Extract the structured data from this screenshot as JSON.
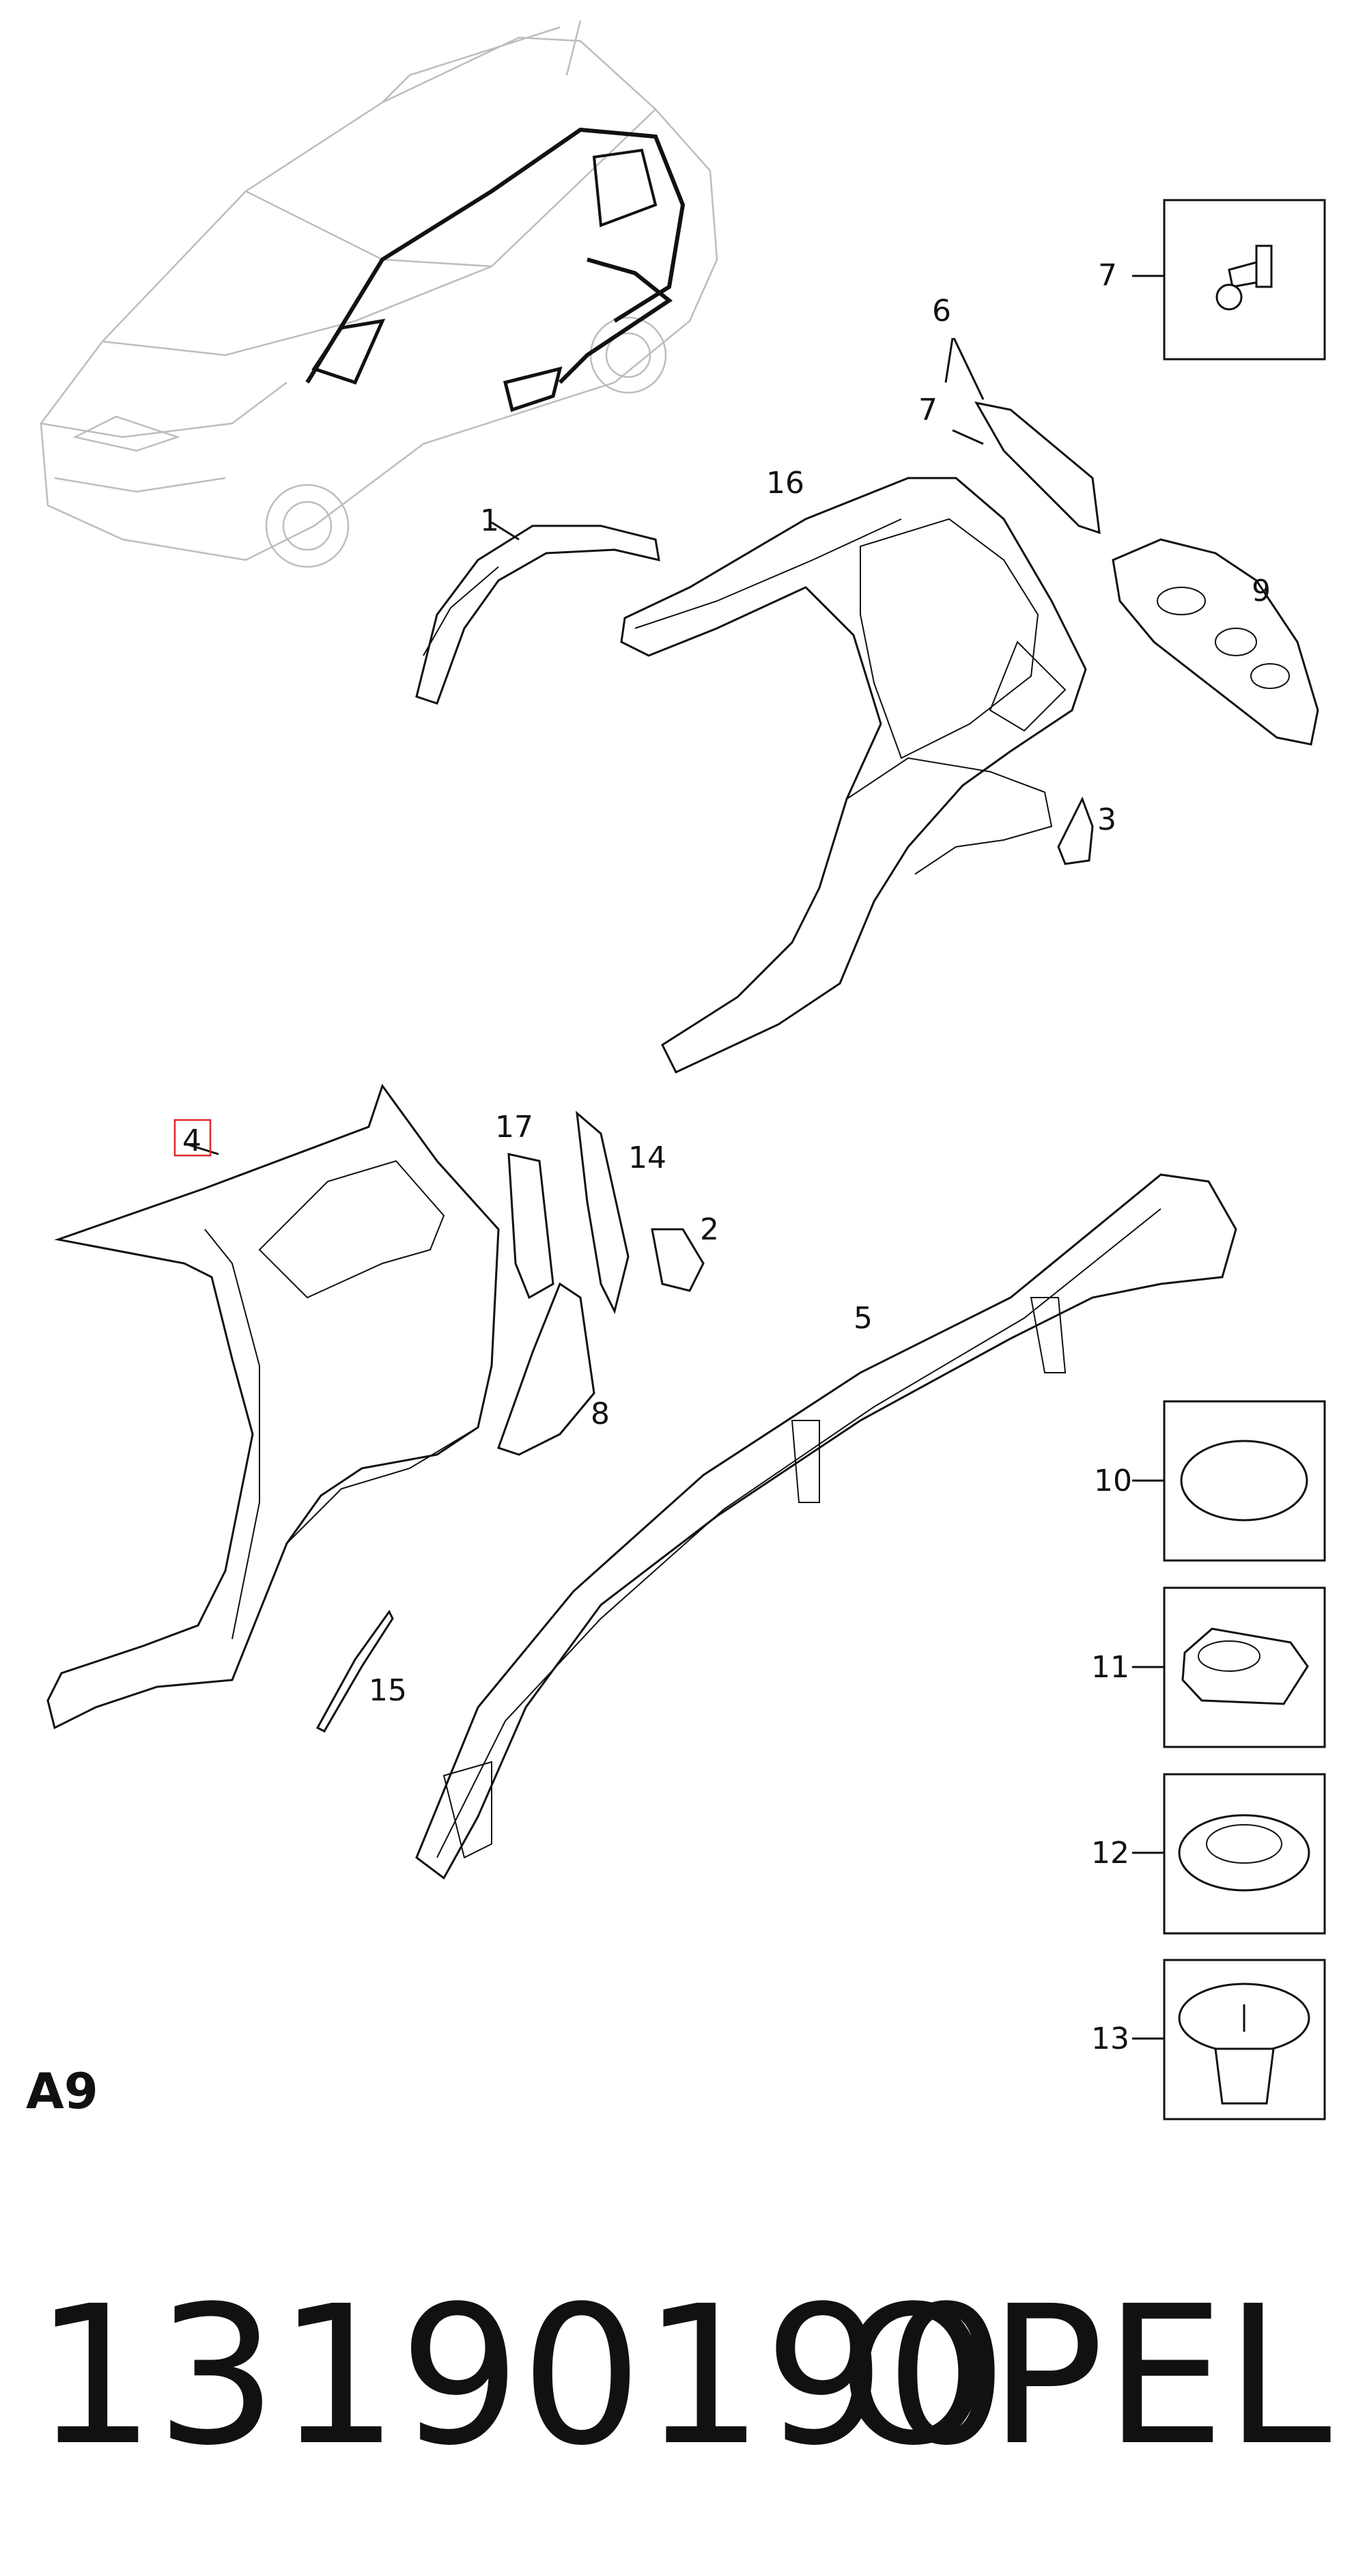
{
  "diagram": {
    "section_code": "A9",
    "highlighted_callout": "4",
    "callouts": {
      "c1": "1",
      "c2": "2",
      "c3": "3",
      "c4": "4",
      "c5": "5",
      "c6": "6",
      "c7a": "7",
      "c7b": "7",
      "c8": "8",
      "c9": "9",
      "c10": "10",
      "c11": "11",
      "c12": "12",
      "c13": "13",
      "c14": "14",
      "c15": "15",
      "c16": "16",
      "c17": "17"
    },
    "highlight_color": "#e0262b"
  },
  "footer": {
    "part_number": "13190190",
    "brand": "OPEL"
  }
}
